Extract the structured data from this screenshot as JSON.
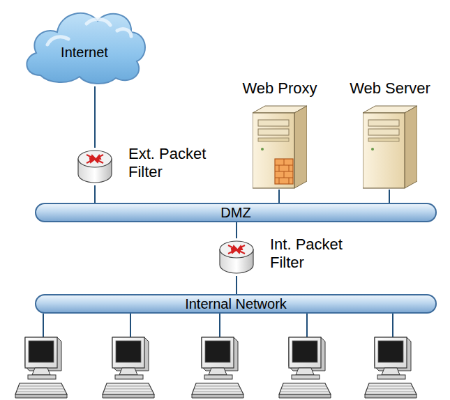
{
  "diagram": {
    "nodes": [
      {
        "text": [
          "Internet"
        ]
      },
      {
        "text": [
          "Web Proxy"
        ]
      },
      {
        "text": [
          "Web Server"
        ]
      },
      {
        "text": [
          "Ext. Packet Filter"
        ]
      },
      {
        "text": [
          "DMZ"
        ]
      },
      {
        "text": [
          "Int. Packet Filter"
        ]
      },
      {
        "text": [
          "Internal Network"
        ]
      }
    ],
    "edges": [
      {
        "from": 0,
        "to": 3,
        "arrow": "none"
      },
      {
        "from": 3,
        "to": 4,
        "arrow": "none"
      },
      {
        "from": 1,
        "to": 4,
        "arrow": "none"
      },
      {
        "from": 2,
        "to": 4,
        "arrow": "none"
      },
      {
        "from": 4,
        "to": 5,
        "arrow": "none"
      },
      {
        "from": 5,
        "to": 6,
        "arrow": "none"
      }
    ]
  }
}
